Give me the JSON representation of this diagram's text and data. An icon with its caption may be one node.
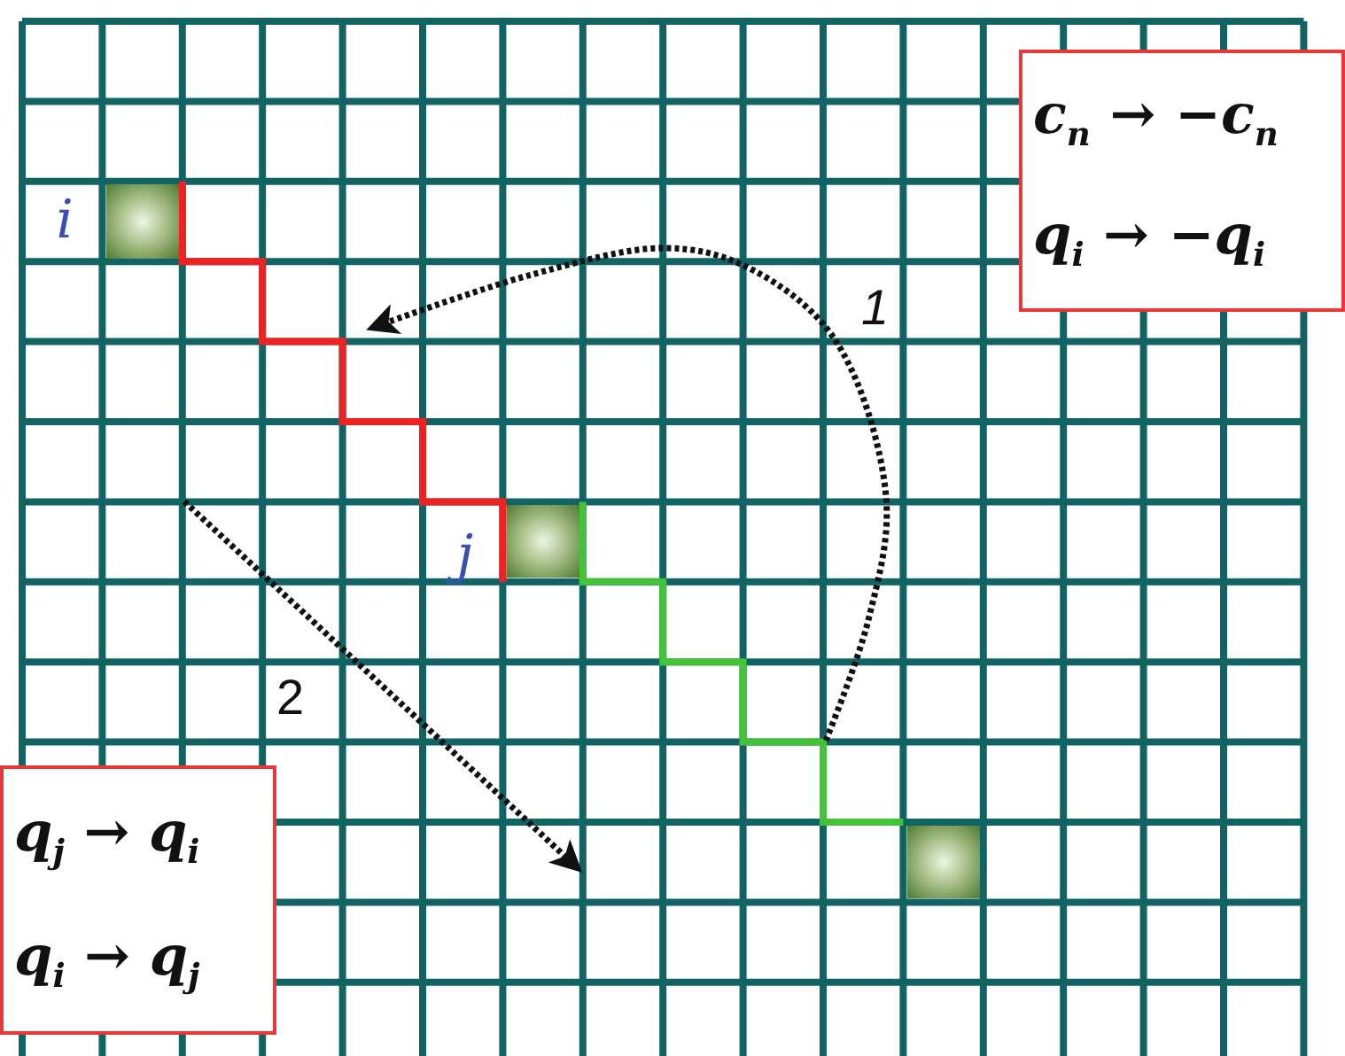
{
  "diagram": {
    "nodes": [
      {
        "text": [
          "c$_{n}$ → −c$_{n}$",
          "q$_{i}$ → −q$_{i}$"
        ]
      },
      {
        "text": [
          "q$_{j}$ → q$_{i}$",
          "q$_{i}$ → q$_{j}$"
        ]
      },
      {
        "text": [],
        "shape": "box",
        "beside": [
          "i"
        ]
      },
      {
        "text": [],
        "shape": "box",
        "beside": [
          "j"
        ]
      },
      {
        "text": [],
        "shape": "box"
      }
    ],
    "edges": [
      {
        "from": 2,
        "to": 3,
        "arrow": "none",
        "color": "#ee2222"
      },
      {
        "from": 3,
        "to": 4,
        "arrow": "none",
        "color": "#44c23a"
      }
    ],
    "labels": [
      "1",
      "2"
    ]
  }
}
